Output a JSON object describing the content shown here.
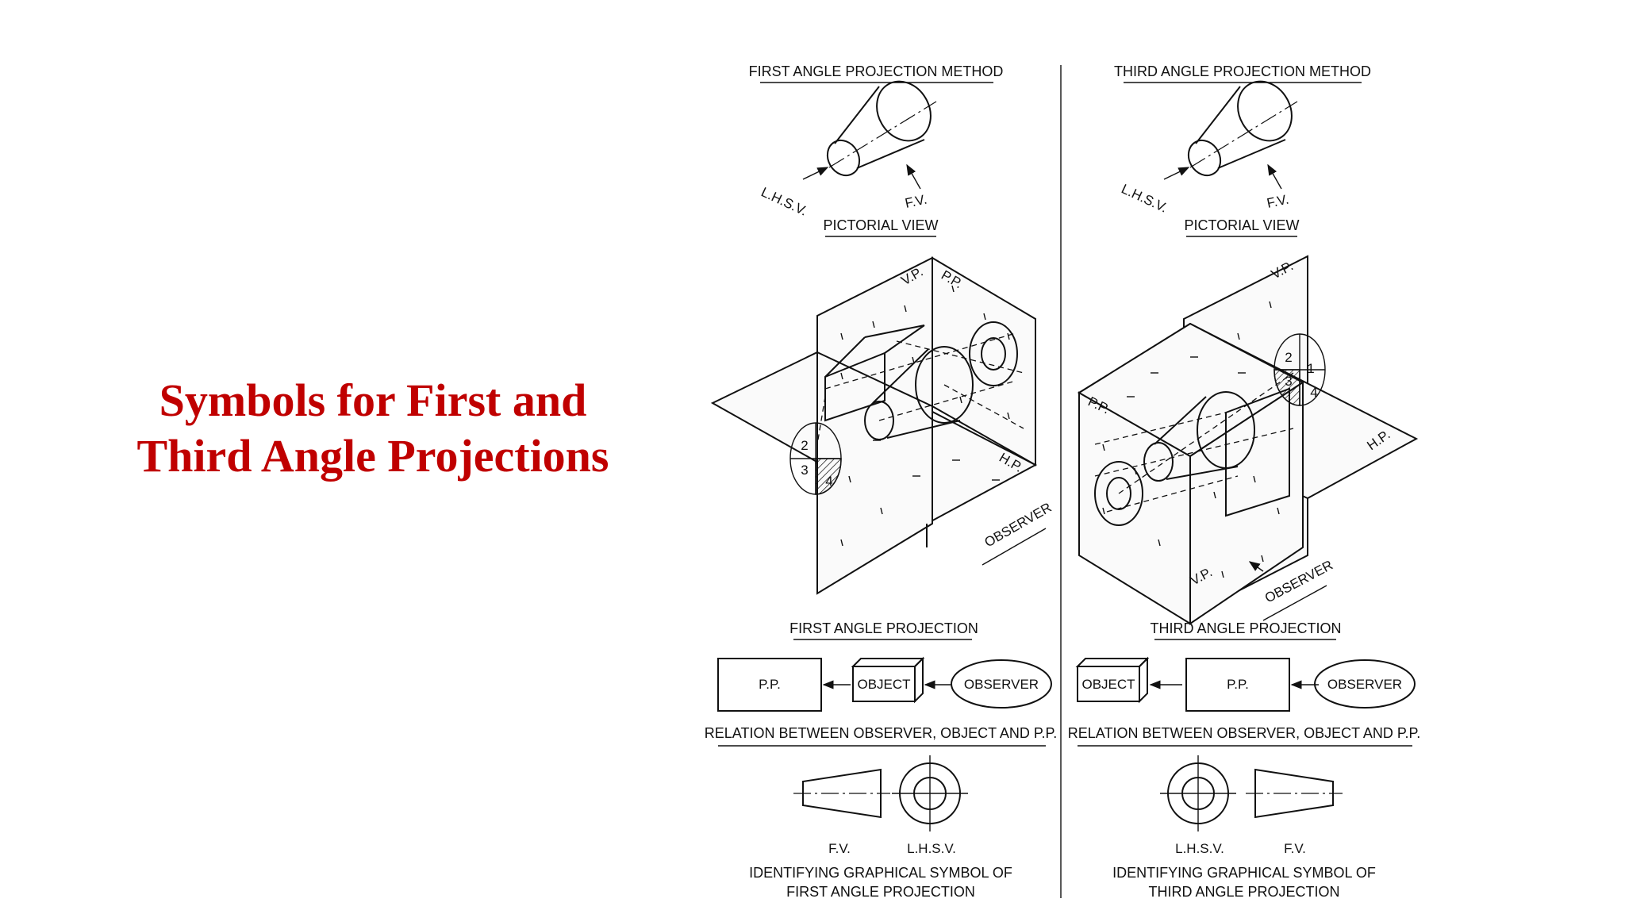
{
  "slide": {
    "title_line1": "Symbols for First and",
    "title_line2": "Third Angle Projections"
  },
  "first_angle": {
    "method_title": "FIRST ANGLE PROJECTION METHOD",
    "lhsv_arrow_label": "L.H.S.V.",
    "fv_arrow_label": "F.V.",
    "pictorial_caption": "PICTORIAL VIEW",
    "plane_vp": "V.P.",
    "plane_pp": "P.P.",
    "plane_hp": "H.P.",
    "observer": "OBSERVER",
    "quadrants": [
      "2",
      "3",
      "4"
    ],
    "relation_title": "FIRST ANGLE PROJECTION",
    "box_pp": "P.P.",
    "box_object": "OBJECT",
    "box_observer": "OBSERVER",
    "relation_caption": "RELATION BETWEEN OBSERVER, OBJECT AND P.P.",
    "symbol_fv": "F.V.",
    "symbol_lhsv": "L.H.S.V.",
    "symbol_caption_line1": "IDENTIFYING GRAPHICAL SYMBOL OF",
    "symbol_caption_line2": "FIRST ANGLE PROJECTION"
  },
  "third_angle": {
    "method_title": "THIRD ANGLE PROJECTION METHOD",
    "lhsv_arrow_label": "L.H.S.V.",
    "fv_arrow_label": "F.V.",
    "pictorial_caption": "PICTORIAL VIEW",
    "plane_vp_top": "V.P.",
    "plane_pp": "P.P.",
    "plane_hp": "H.P.",
    "plane_vp_bottom": "V.P.",
    "observer": "OBSERVER",
    "quadrants": [
      "2",
      "1",
      "3",
      "4"
    ],
    "relation_title": "THIRD ANGLE PROJECTION",
    "box_object": "OBJECT",
    "box_pp": "P.P.",
    "box_observer": "OBSERVER",
    "relation_caption": "RELATION BETWEEN OBSERVER, OBJECT AND P.P.",
    "symbol_lhsv": "L.H.S.V.",
    "symbol_fv": "F.V.",
    "symbol_caption_line1": "IDENTIFYING GRAPHICAL SYMBOL OF",
    "symbol_caption_line2": "THIRD ANGLE PROJECTION"
  },
  "colors": {
    "title": "#c00000",
    "ink": "#111111",
    "background": "#ffffff"
  }
}
